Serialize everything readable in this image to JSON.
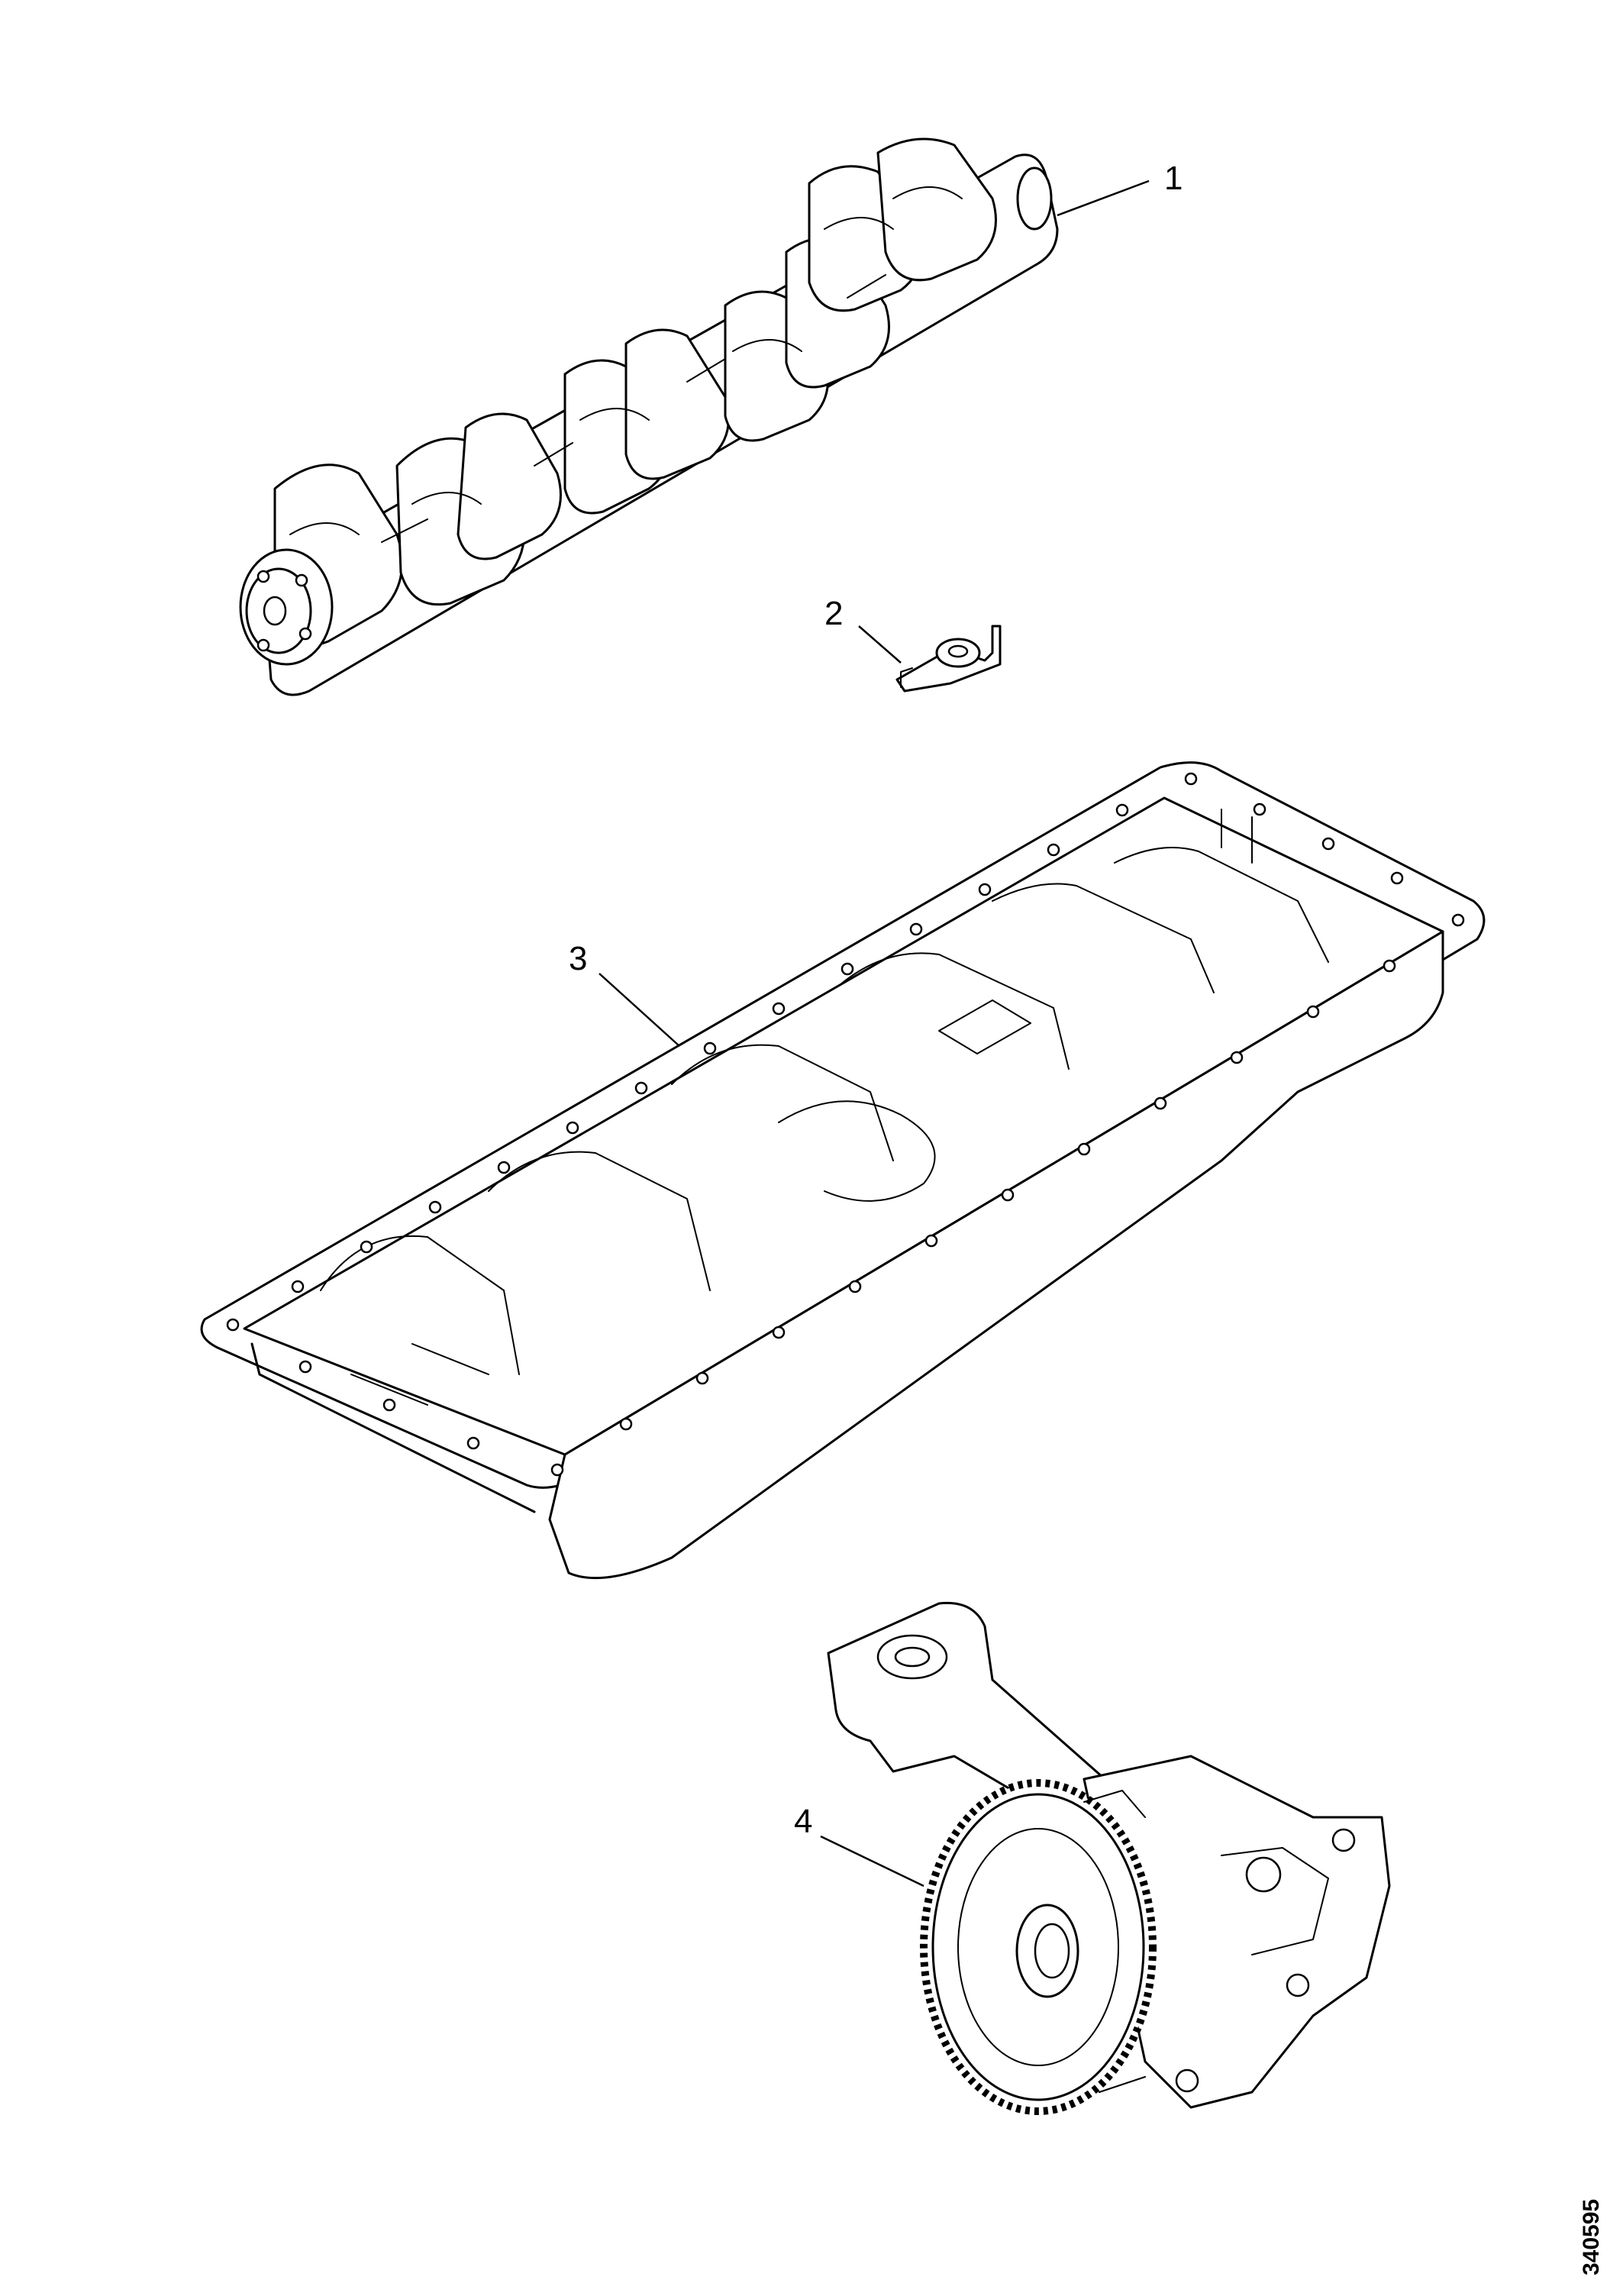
{
  "figure": {
    "callouts": [
      {
        "id": 1,
        "label": "1",
        "part": "crankshaft"
      },
      {
        "id": 2,
        "label": "2",
        "part": "small-bracket-fitting"
      },
      {
        "id": 3,
        "label": "3",
        "part": "oil-sump"
      },
      {
        "id": 4,
        "label": "4",
        "part": "oil-pump-with-gear"
      }
    ],
    "document_number": "340595"
  }
}
